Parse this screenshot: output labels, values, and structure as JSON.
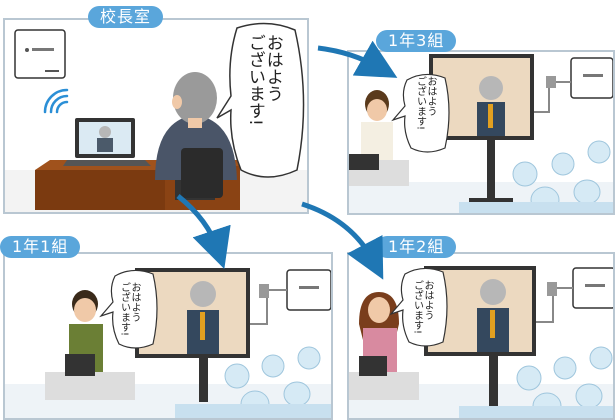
{
  "rooms": {
    "principal": {
      "label": "校長室"
    },
    "class_1_3": {
      "label": "1年3組"
    },
    "class_1_1": {
      "label": "1年1組"
    },
    "class_1_2": {
      "label": "1年2組"
    }
  },
  "speech": {
    "line1": "おはよう",
    "line2": "ございます!"
  },
  "icons": {
    "wifi": "wifi-icon",
    "access_point": "wireless-access-point-icon"
  },
  "colors": {
    "label_bg": "#5aa6db",
    "arrow": "#1f77b4",
    "panel_border": "#b9c7d2"
  }
}
